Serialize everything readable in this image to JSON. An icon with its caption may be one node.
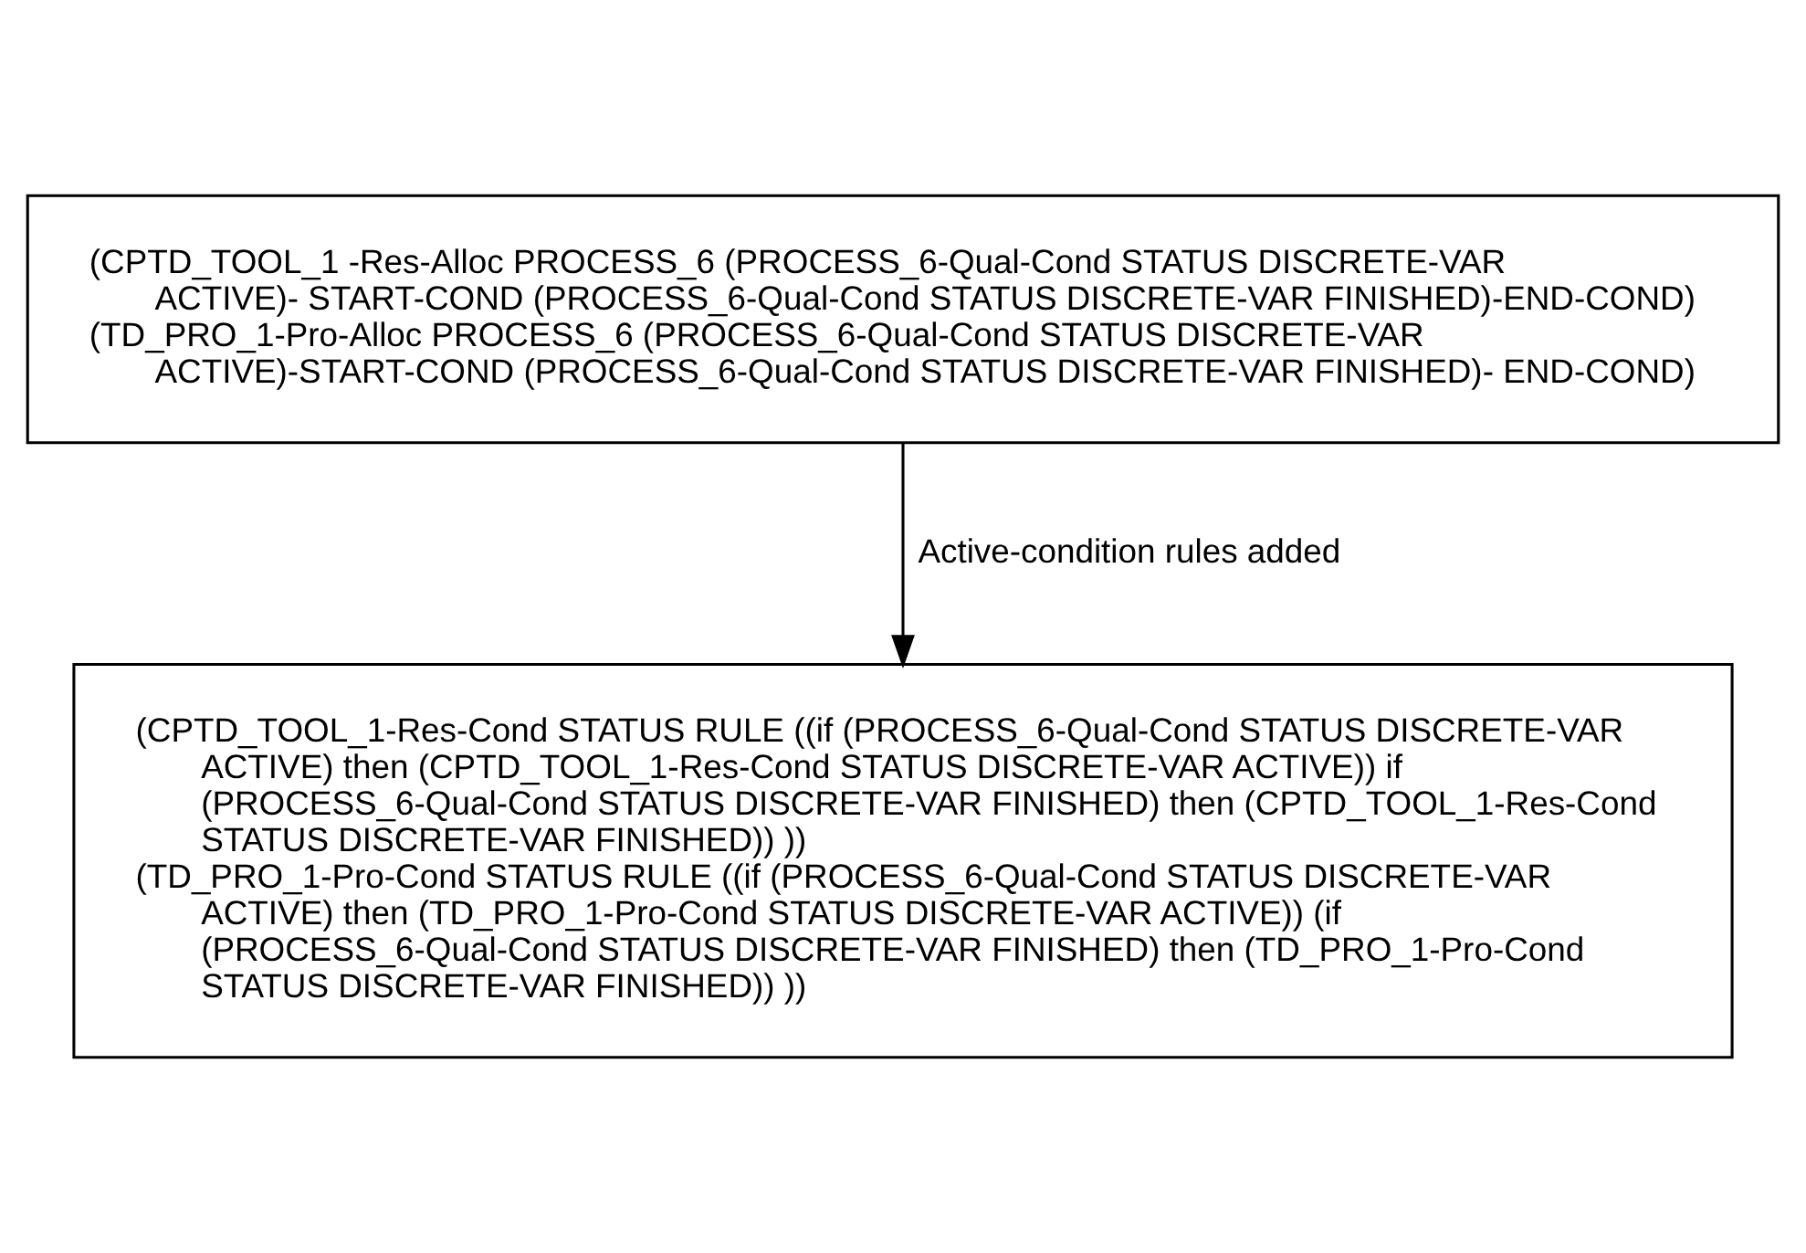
{
  "diagram": {
    "nodes": [
      {
        "text": [
          "(CPTD_TOOL_1 -Res-Alloc PROCESS_6 (PROCESS_6-Qual-Cond STATUS DISCRETE-VAR ACTIVE)- START-COND (PROCESS_6-Qual-Cond STATUS DISCRETE-VAR FINISHED)-END-COND)",
          "(TD_PRO_1-Pro-Alloc PROCESS_6 (PROCESS_6-Qual-Cond STATUS DISCRETE-VAR ACTIVE)-START-COND (PROCESS_6-Qual-Cond STATUS DISCRETE-VAR FINISHED)- END-COND)"
        ]
      },
      {
        "text": [
          "(CPTD_TOOL_1-Res-Cond STATUS RULE ((if (PROCESS_6-Qual-Cond STATUS DISCRETE-VAR ACTIVE) then (CPTD_TOOL_1-Res-Cond STATUS DISCRETE-VAR ACTIVE)) if (PROCESS_6-Qual-Cond STATUS DISCRETE-VAR FINISHED) then (CPTD_TOOL_1-Res-Cond STATUS DISCRETE-VAR FINISHED)) ))",
          "(TD_PRO_1-Pro-Cond STATUS RULE ((if (PROCESS_6-Qual-Cond STATUS DISCRETE-VAR ACTIVE) then (TD_PRO_1-Pro-Cond STATUS DISCRETE-VAR ACTIVE)) (if (PROCESS_6-Qual-Cond STATUS DISCRETE-VAR FINISHED) then (TD_PRO_1-Pro-Cond STATUS DISCRETE-VAR FINISHED)) ))"
        ]
      }
    ],
    "edges": [
      {
        "from": 0,
        "to": 1,
        "arrow": "to",
        "label": "Active-condition rules added"
      }
    ]
  }
}
